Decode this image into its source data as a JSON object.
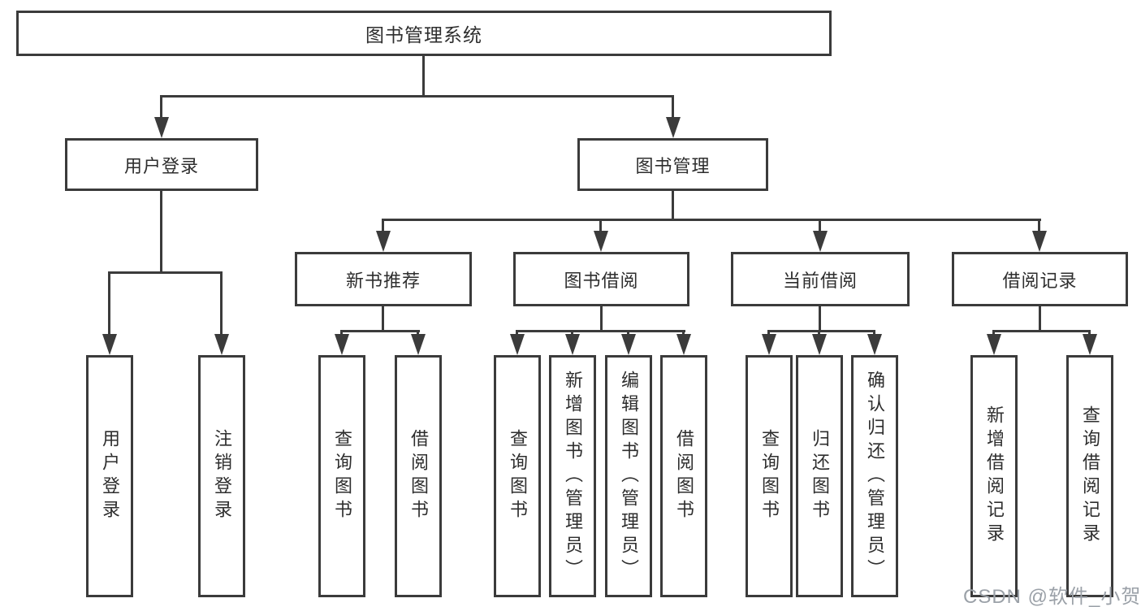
{
  "tree": {
    "label": "图书管理系统",
    "children": [
      {
        "label": "用户登录",
        "children": [
          {
            "label": "用户登录"
          },
          {
            "label": "注销登录"
          }
        ]
      },
      {
        "label": "图书管理",
        "children": [
          {
            "label": "新书推荐",
            "children": [
              {
                "label": "查询图书"
              },
              {
                "label": "借阅图书"
              }
            ]
          },
          {
            "label": "图书借阅",
            "children": [
              {
                "label": "查询图书"
              },
              {
                "label": "新增图书（管理员）"
              },
              {
                "label": "编辑图书（管理员）"
              },
              {
                "label": "借阅图书"
              }
            ]
          },
          {
            "label": "当前借阅",
            "children": [
              {
                "label": "查询图书"
              },
              {
                "label": "归还图书"
              },
              {
                "label": "确认归还（管理员）"
              }
            ]
          },
          {
            "label": "借阅记录",
            "children": [
              {
                "label": "新增借阅记录"
              },
              {
                "label": "查询借阅记录"
              }
            ]
          }
        ]
      }
    ]
  },
  "watermark": "CSDN @软件_小贺同学",
  "colors": {
    "line": "#3b3b3b",
    "text": "#2e2e2e",
    "watermark": "#9ba1a8",
    "background": "#ffffff"
  }
}
